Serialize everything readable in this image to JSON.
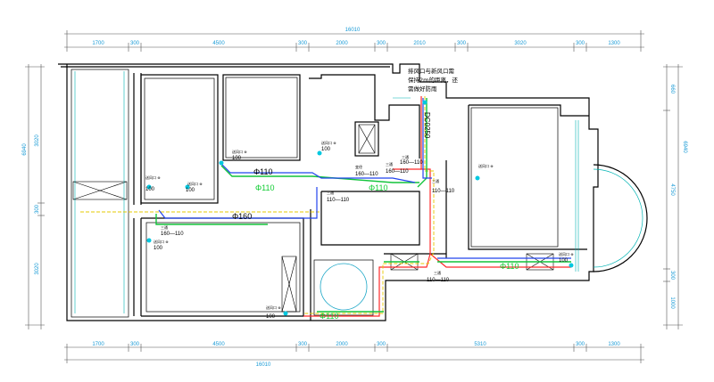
{
  "dimensions": {
    "top_total": "16010",
    "top_segments": [
      "1700",
      "300",
      "4500",
      "300",
      "2000",
      "300",
      "2010",
      "300",
      "3020",
      "300",
      "1300"
    ],
    "bottom_total": "16010",
    "bottom_segments": [
      "1700",
      "300",
      "4500",
      "300",
      "2000",
      "300",
      "5310",
      "300",
      "1300"
    ],
    "left_total": "6940",
    "left_segments": [
      "3020",
      "300",
      "3020"
    ],
    "right_total": "6940",
    "right_segments": [
      "660",
      "4750",
      "300",
      "1000"
    ]
  },
  "note": {
    "line1": "排风口与新风口需",
    "line2": "保持2m的距离，还",
    "line3": "需做好防雨"
  },
  "pipes": {
    "p110": "Φ110",
    "p160": "Φ160",
    "duct": "DC0250"
  },
  "labels": {
    "outlet": "送风口 ⊕",
    "tee": "三通",
    "reducer": "变径",
    "v100": "100",
    "v160_110": "160—110",
    "v110_110": "110—110"
  }
}
